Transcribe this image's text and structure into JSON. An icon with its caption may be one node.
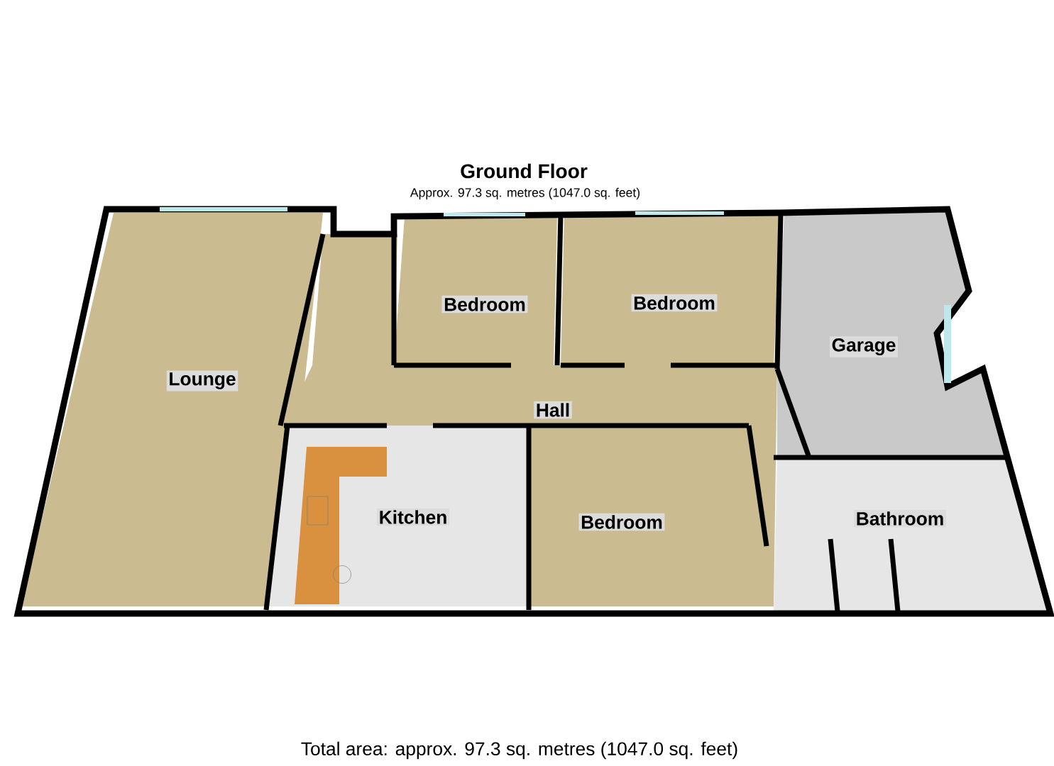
{
  "diagram": {
    "title": "Ground Floor",
    "caption": "Total area: approx. 97.3 sq. metres (1047.0 sq. feet)",
    "nodes": [
      {
        "text": [
          "Bedroom"
        ]
      },
      {
        "text": [
          "Bedroom"
        ]
      },
      {
        "text": [
          "Lounge"
        ]
      },
      {
        "text": [
          "Garage"
        ]
      },
      {
        "text": [
          "Hall"
        ]
      },
      {
        "text": [
          "Kitchen"
        ]
      },
      {
        "text": [
          "Bathroom"
        ]
      },
      {
        "text": [
          "Bedroom"
        ]
      }
    ],
    "labels": [
      "Approx. 97.3 sq. metres (1047.0 sq. feet)"
    ]
  }
}
